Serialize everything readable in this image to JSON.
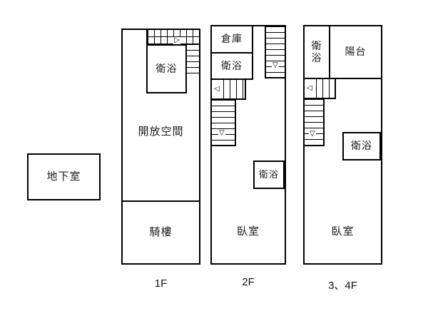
{
  "basement": {
    "label": "地下室"
  },
  "floor1": {
    "caption": "1F",
    "bath": "衛浴",
    "open_space": "開放空間",
    "arcade": "騎樓"
  },
  "floor2": {
    "caption": "2F",
    "storage": "倉庫",
    "bath_upper": "衛浴",
    "bath_lower": "衛浴",
    "bedroom": "臥室"
  },
  "floor34": {
    "caption": "3、4F",
    "bath_upper": "衛浴",
    "balcony": "陽台",
    "bath_mid": "衛浴",
    "bedroom": "臥室"
  },
  "icons": {
    "arrow_right": "▷",
    "arrow_left": "◁",
    "arrow_down": "▽"
  }
}
